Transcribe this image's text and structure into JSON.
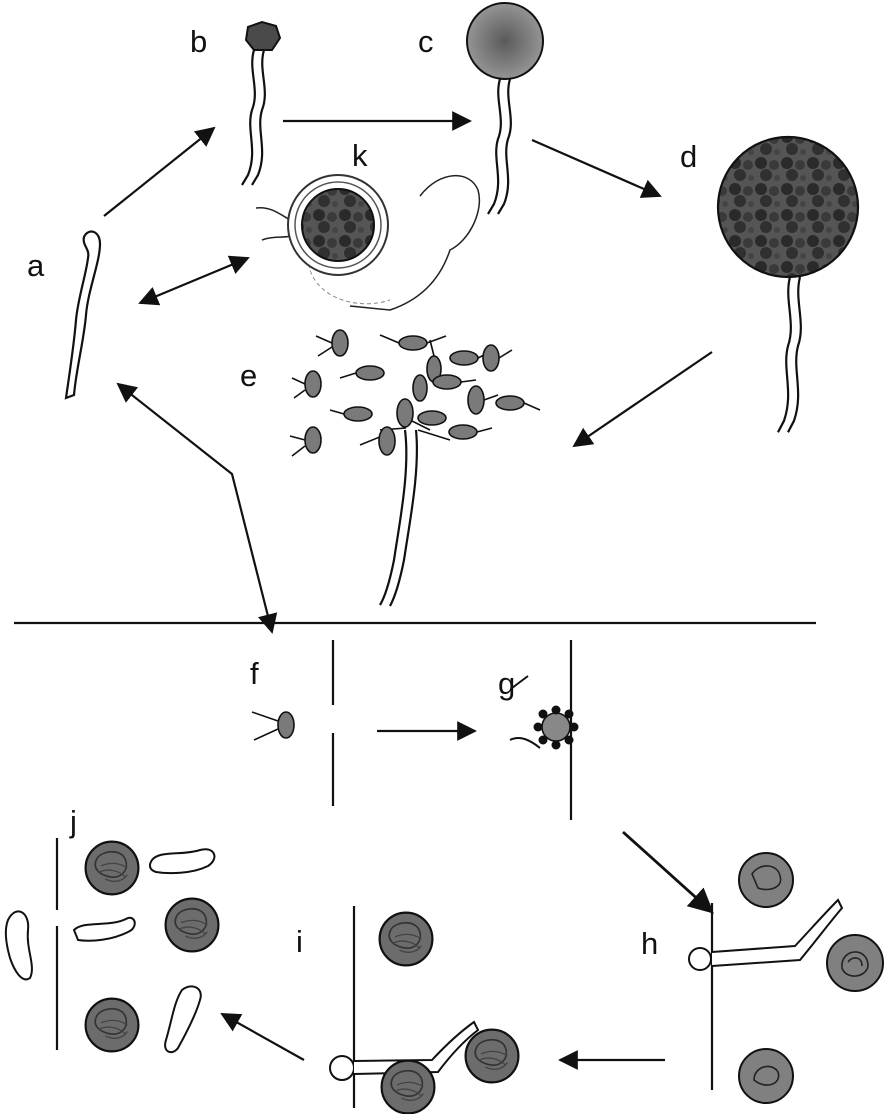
{
  "labels": {
    "a": "a",
    "b": "b",
    "c": "c",
    "d": "d",
    "e": "e",
    "f": "f",
    "g": "g",
    "h": "h",
    "i": "i",
    "j": "j",
    "k": "k"
  },
  "colors": {
    "ink": "#111111",
    "spore_fill": "#7a7a7a",
    "sporangium_dark": "#3c3c3c",
    "cell_fill": "#808080",
    "background": "#ffffff"
  }
}
